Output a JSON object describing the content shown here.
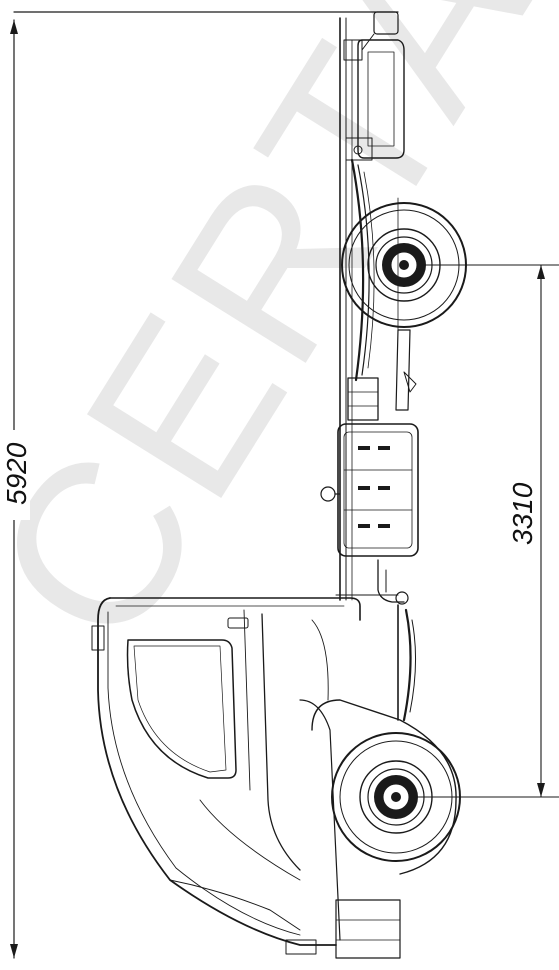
{
  "drawing": {
    "overall_length_label": "5920",
    "wheelbase_label": "3310",
    "watermark_text": "CERTAUTO"
  },
  "colors": {
    "ink": "#1a1a1a",
    "watermark": "#d9d9d9",
    "paper": "#ffffff"
  }
}
